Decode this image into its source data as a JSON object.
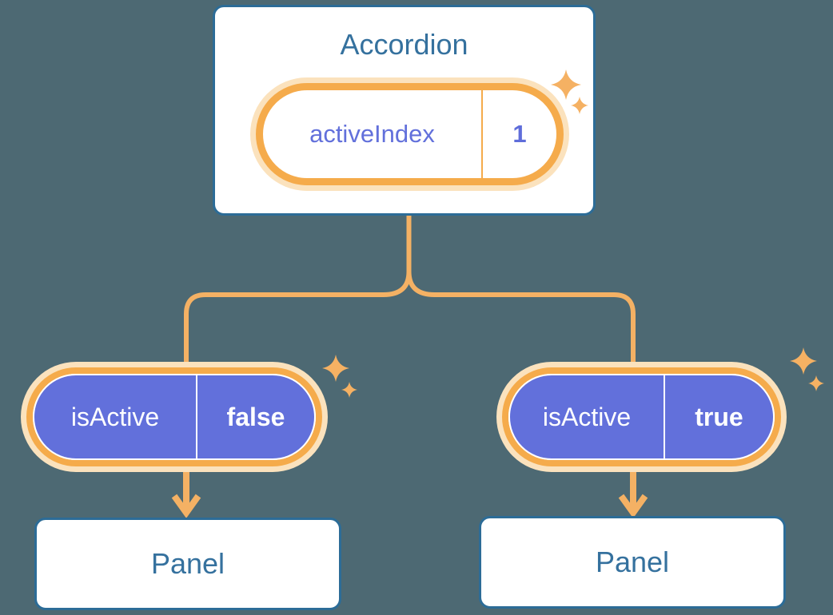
{
  "background_color": "#4D6973",
  "accordion_card": {
    "title": "Accordion",
    "state_pill": {
      "label": "activeIndex",
      "value": "1"
    }
  },
  "prop_pills": [
    {
      "label": "isActive",
      "value": "false"
    },
    {
      "label": "isActive",
      "value": "true"
    }
  ],
  "panel_cards": [
    {
      "label": "Panel"
    },
    {
      "label": "Panel"
    }
  ],
  "icons": {
    "sparkle": "sparkle-icon"
  },
  "colors": {
    "card_border_blue": "#2C6C97",
    "card_text_blue": "#35719E",
    "pill_purple": "#6270DB",
    "pill_orange_ring": "#F5AB4B",
    "pill_orange_halo": "#FBE2BD",
    "connector_orange": "#F4B164",
    "sparkle_orange": "#F5B163"
  }
}
